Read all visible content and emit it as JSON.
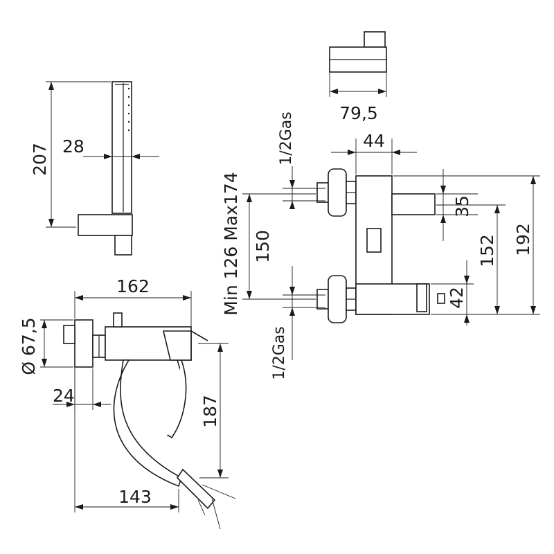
{
  "dimensions": {
    "hand_shower_length": "207",
    "hand_shower_width": "28",
    "bracket_width": "79,5",
    "flange_diameter": "Ø 67,5",
    "flange_thickness": "24",
    "body_length": "162",
    "spout_height": "187",
    "spout_reach": "143",
    "inlet_top_thread": "1/2Gas",
    "inlet_bottom_thread": "1/2Gas",
    "body_depth": "44",
    "outlet_size": "35",
    "inlet_centers": "150",
    "inlet_centers_range": "Min 126  Max174",
    "lever_height": "152",
    "total_height": "192",
    "diverter_height": "42"
  }
}
